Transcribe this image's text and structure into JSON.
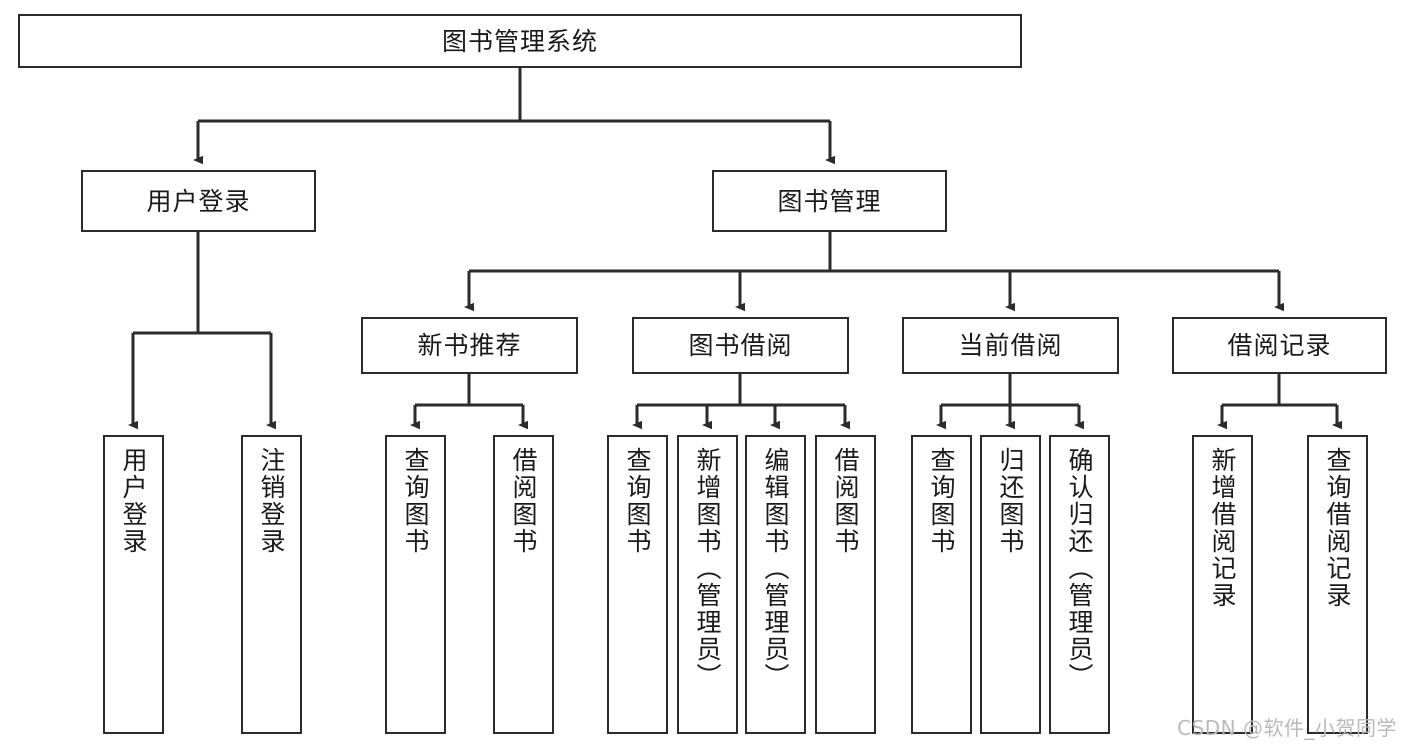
{
  "diagram": {
    "title": "图书管理系统",
    "type": "tree-hierarchy",
    "colors": {
      "box_border": "#2b2b2b",
      "box_fill": "#ffffff",
      "connector": "#2b2b2b",
      "text": "#1a1a1a",
      "watermark": "#b9b9b9",
      "background": "#ffffff"
    },
    "root": {
      "label": "图书管理系统"
    },
    "level2": [
      {
        "label": "用户登录"
      },
      {
        "label": "图书管理"
      }
    ],
    "level3": [
      {
        "label": "新书推荐"
      },
      {
        "label": "图书借阅"
      },
      {
        "label": "当前借阅"
      },
      {
        "label": "借阅记录"
      }
    ],
    "leaves": {
      "user_login": [
        {
          "label": "用户登录"
        },
        {
          "label": "注销登录"
        }
      ],
      "new_book_recommend": [
        {
          "label": "查询图书"
        },
        {
          "label": "借阅图书"
        }
      ],
      "book_borrow": [
        {
          "label": "查询图书"
        },
        {
          "label": "新增图书（管理员）"
        },
        {
          "label": "编辑图书（管理员）"
        },
        {
          "label": "借阅图书"
        }
      ],
      "current_borrow": [
        {
          "label": "查询图书"
        },
        {
          "label": "归还图书"
        },
        {
          "label": "确认归还（管理员）"
        }
      ],
      "borrow_record": [
        {
          "label": "新增借阅记录"
        },
        {
          "label": "查询借阅记录"
        }
      ]
    }
  },
  "watermark": {
    "text": "CSDN @软件_小贺同学"
  }
}
